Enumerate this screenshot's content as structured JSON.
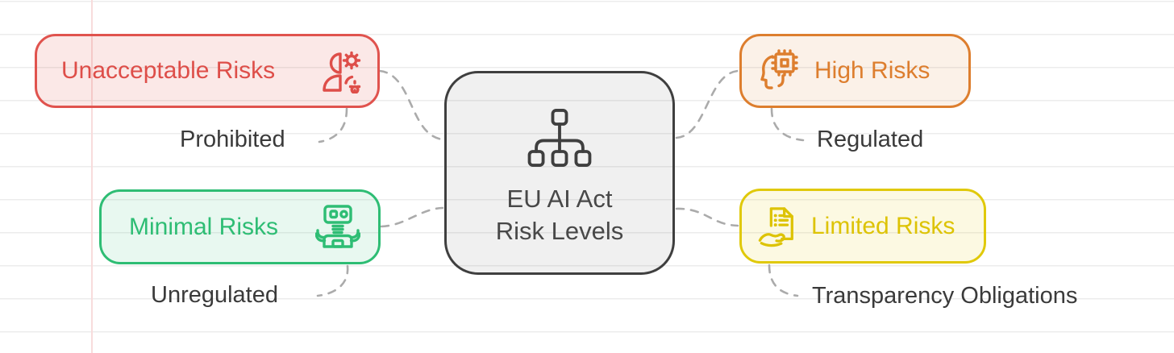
{
  "diagram": {
    "type": "mindmap",
    "center": {
      "line1": "EU AI Act",
      "line2": "Risk Levels",
      "icon": "hierarchy-icon",
      "border_color": "#3f3f3f",
      "fill_color": "#efefef",
      "text_color": "#484848"
    },
    "nodes": [
      {
        "id": "unacceptable",
        "label": "Unacceptable Risks",
        "sublabel": "Prohibited",
        "icon": "person-gears-icon",
        "color": "#de4e49",
        "border_color": "#e0534e",
        "fill_color": "#fbe5e3",
        "position": "top-left"
      },
      {
        "id": "high",
        "label": "High Risks",
        "sublabel": "Regulated",
        "icon": "head-chip-icon",
        "color": "#dd7e2e",
        "border_color": "#dd7e2e",
        "fill_color": "#fdf3e7",
        "position": "top-right"
      },
      {
        "id": "minimal",
        "label": "Minimal Risks",
        "sublabel": "Unregulated",
        "icon": "robot-icon",
        "color": "#2ebd74",
        "border_color": "#2ebd74",
        "fill_color": "#e8f8ef",
        "position": "bottom-left"
      },
      {
        "id": "limited",
        "label": "Limited Risks",
        "sublabel": "Transparency Obligations",
        "icon": "hand-document-icon",
        "color": "#ddc304",
        "border_color": "#e0c90a",
        "fill_color": "#fcf9e2",
        "position": "bottom-right"
      }
    ],
    "connector_color": "#ababab",
    "background": {
      "gridline_color": "#ececec",
      "vertical_line_color": "#f8dcdc"
    }
  }
}
